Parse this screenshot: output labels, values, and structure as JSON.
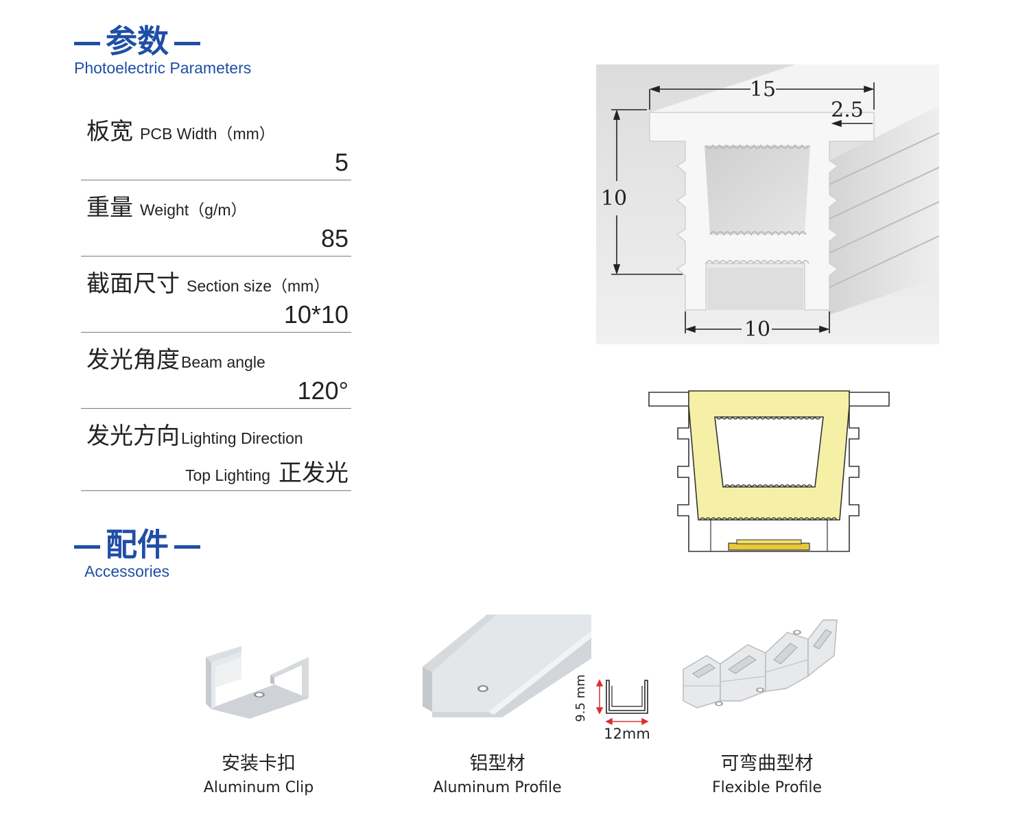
{
  "params_heading": {
    "zh": "参数",
    "en": "Photoelectric Parameters"
  },
  "params": [
    {
      "zh": "板宽",
      "en": "PCB Width（mm）",
      "value": "5"
    },
    {
      "zh": "重量",
      "en": "Weight（g/m）",
      "value": "85"
    },
    {
      "zh": "截面尺寸",
      "en": "Section size（mm）",
      "value": "10*10"
    },
    {
      "zh": "发光角度",
      "en": "Beam angle",
      "value": "120°"
    },
    {
      "zh": "发光方向",
      "en": "Lighting Direction",
      "value_en": "Top Lighting",
      "value_zh": "正发光"
    }
  ],
  "accessories_heading": {
    "zh": "配件",
    "en": "Accessories"
  },
  "dimension_drawing": {
    "top_width": "15",
    "flange": "2.5",
    "height": "10",
    "bottom_width": "10"
  },
  "profile_dims": {
    "height": "9.5 mm",
    "width": "12mm"
  },
  "accessories": [
    {
      "zh": "安装卡扣",
      "en": "Aluminum Clip"
    },
    {
      "zh": "铝型材",
      "en": "Aluminum Profile"
    },
    {
      "zh": "可弯曲型材",
      "en": "Flexible Profile"
    }
  ],
  "colors": {
    "brand_blue": "#1f4ea6",
    "glow_yellow": "#f5f0a6"
  }
}
